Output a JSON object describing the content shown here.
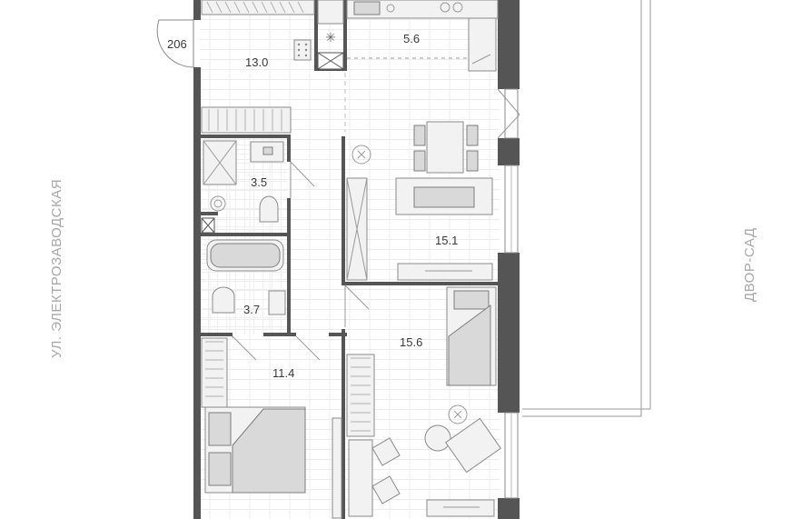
{
  "apartment_number": "206",
  "street_label": "УЛ. ЭЛЕКТРОЗАВОДСКАЯ",
  "yard_label": "ДВОР-САД",
  "rooms": [
    {
      "id": "hall",
      "area": "13.0"
    },
    {
      "id": "kitchen",
      "area": "5.6"
    },
    {
      "id": "bath1",
      "area": "3.5"
    },
    {
      "id": "bath2",
      "area": "3.7"
    },
    {
      "id": "living",
      "area": "15.1"
    },
    {
      "id": "bedroom",
      "area": "15.6"
    },
    {
      "id": "master",
      "area": "11.4"
    }
  ],
  "colors": {
    "wall": "#555555",
    "line": "#9a9a9a",
    "floor_grid": "#e8e8e8",
    "text": "#3a3a3a",
    "side_text": "#a8a8a8"
  }
}
